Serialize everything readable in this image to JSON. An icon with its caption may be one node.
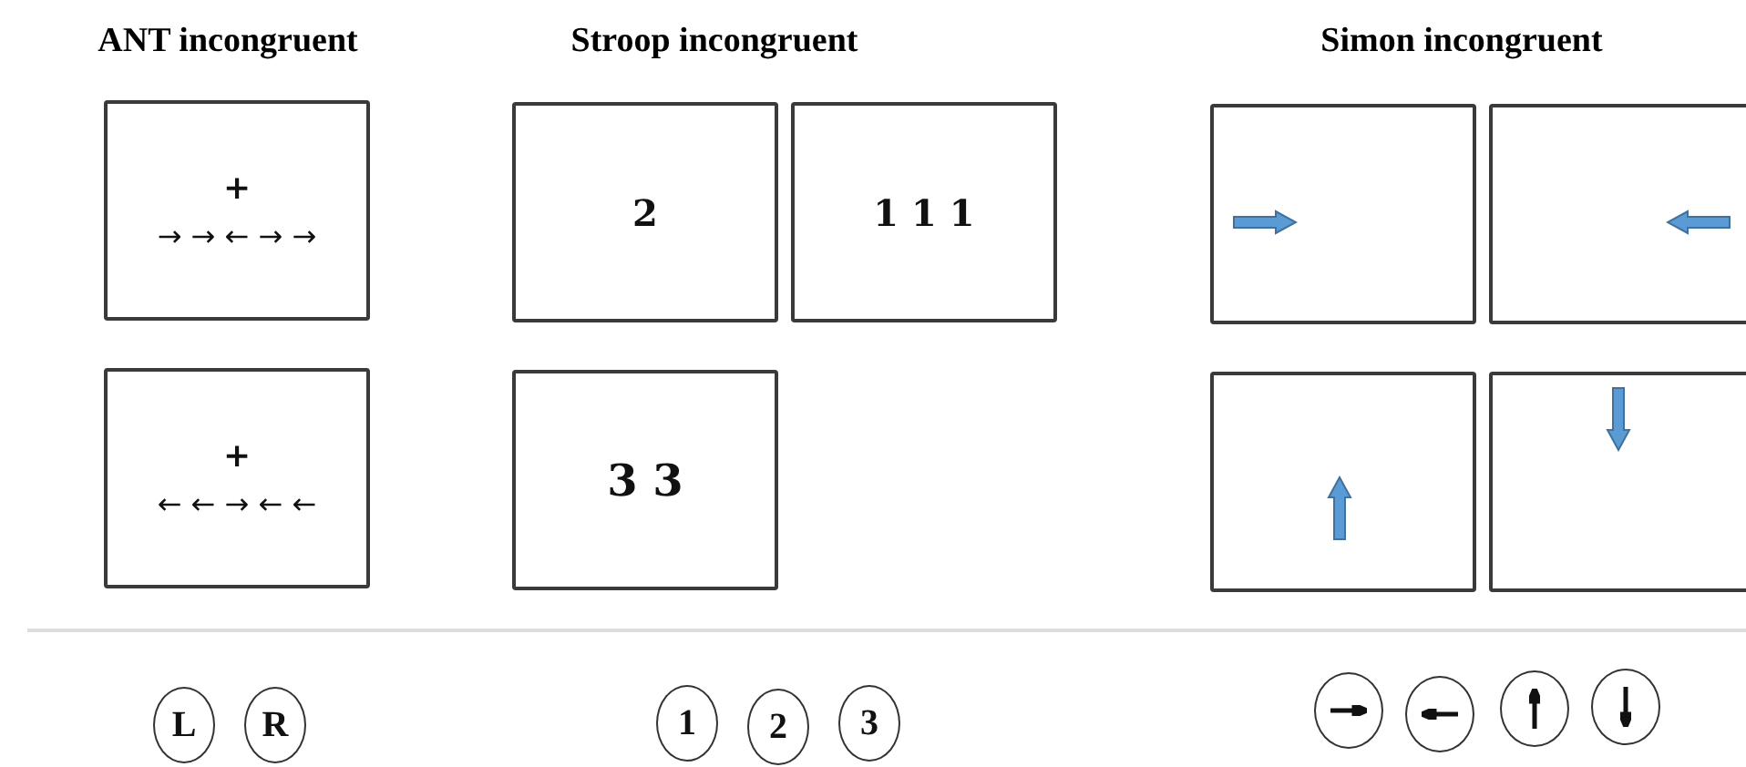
{
  "diagram": {
    "nodes": [
      {
        "text": [
          "+",
          "→ → ← → →"
        ]
      },
      {
        "text": [
          "+",
          "← ← → ← ←"
        ]
      },
      {
        "text": [
          "2"
        ]
      },
      {
        "text": [
          "1 1 1"
        ]
      },
      {
        "text": [
          "3 3"
        ]
      },
      {
        "text": [],
        "shape": "box"
      },
      {
        "text": [],
        "shape": "box"
      },
      {
        "text": [],
        "shape": "box"
      },
      {
        "text": [],
        "shape": "box"
      },
      {
        "text": [
          "L"
        ]
      },
      {
        "text": [
          "R"
        ]
      },
      {
        "text": [
          "1"
        ]
      },
      {
        "text": [
          "2"
        ]
      },
      {
        "text": [
          "3"
        ]
      },
      {
        "text": [],
        "shape": "circle"
      },
      {
        "text": [],
        "shape": "circle"
      },
      {
        "text": [],
        "shape": "circle"
      },
      {
        "text": [],
        "shape": "circle"
      }
    ],
    "edges": [],
    "labels": [
      "ANT incongruent",
      "Stroop incongruent",
      "Simon incongruent"
    ]
  }
}
